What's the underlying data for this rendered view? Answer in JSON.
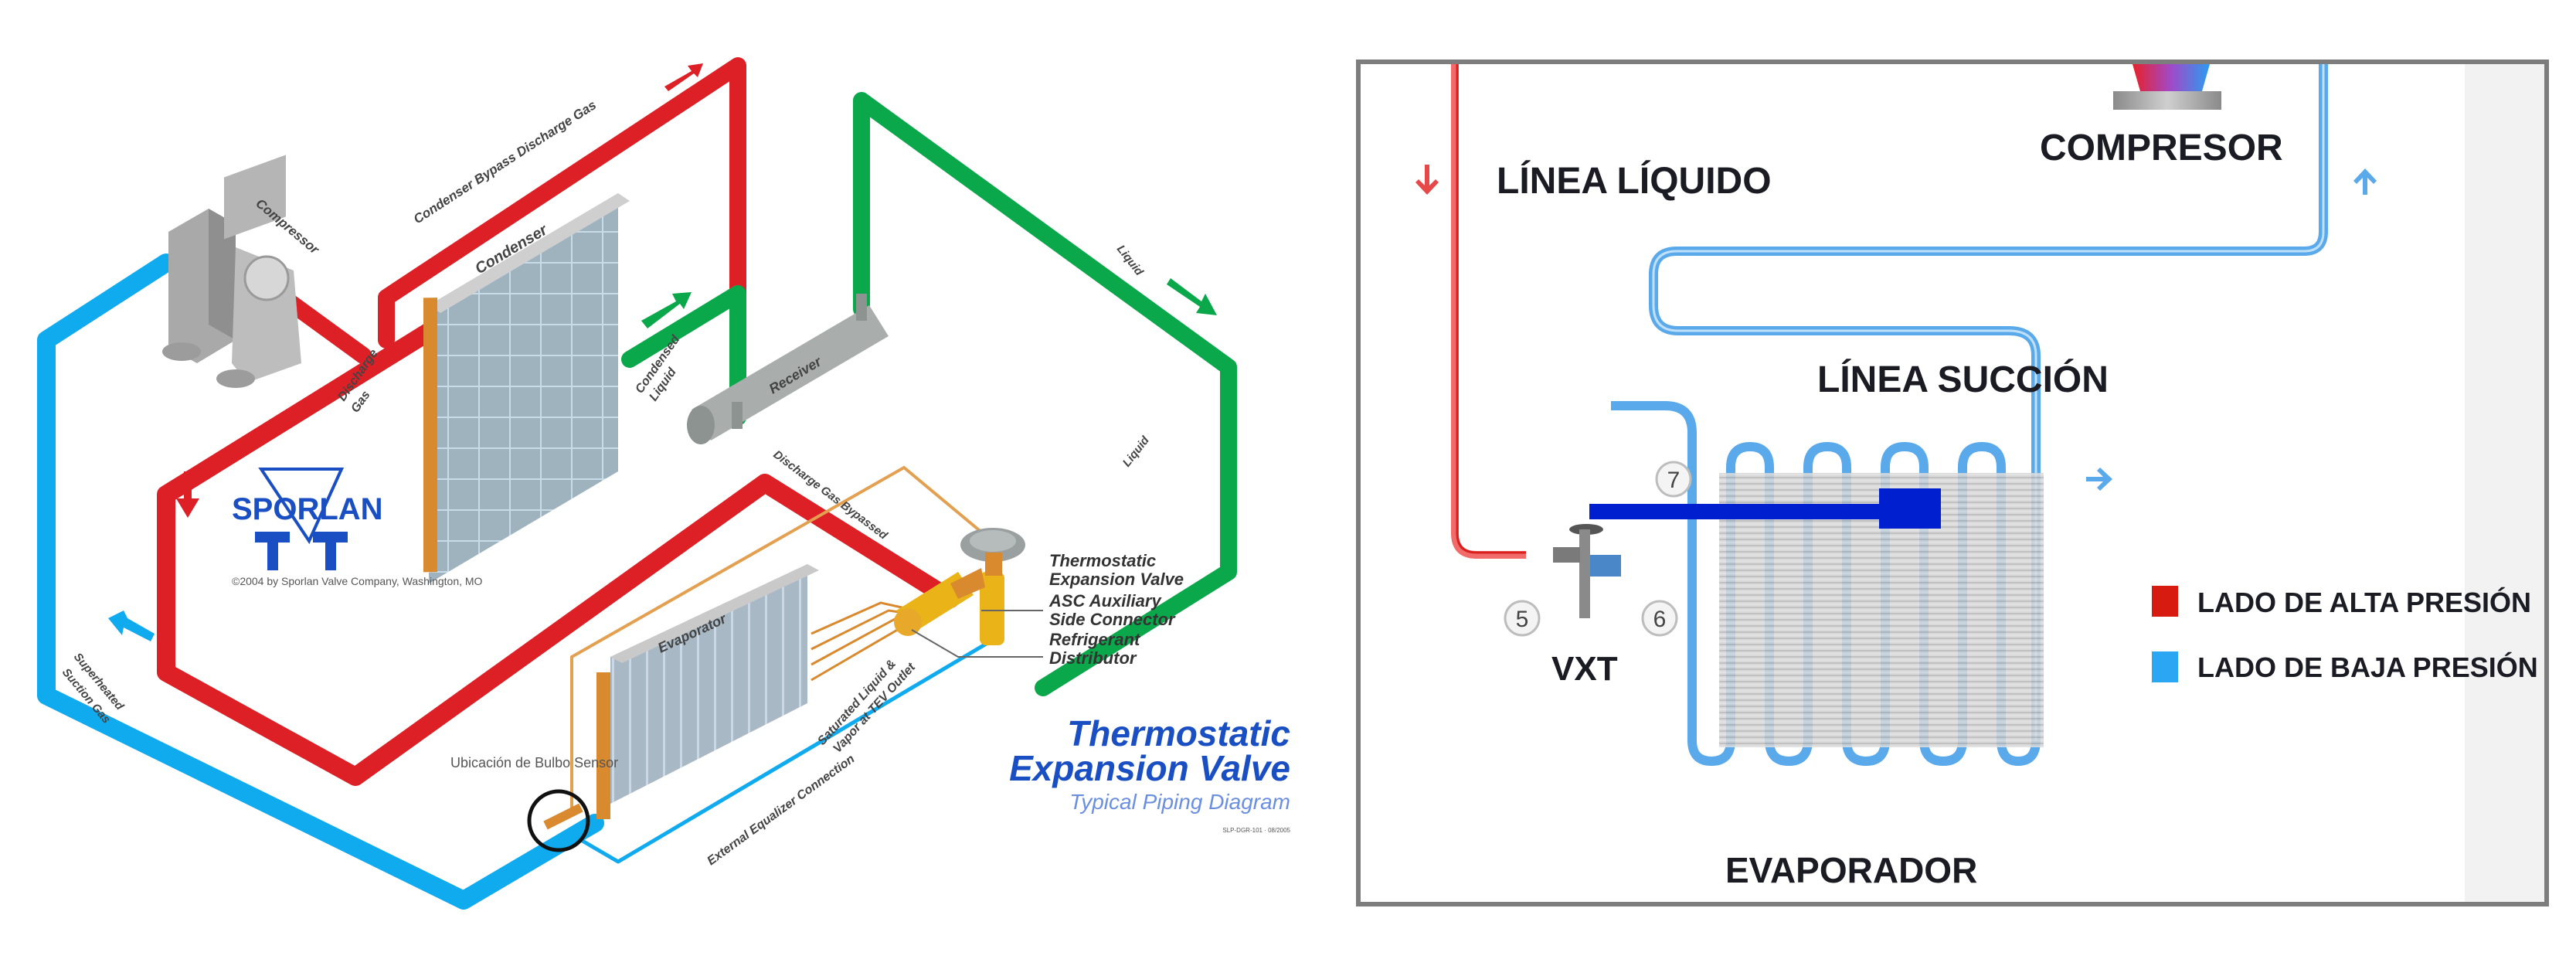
{
  "colors": {
    "high_pressure_red": "#dd1f26",
    "low_pressure_blue": "#10aaee",
    "liquid_green": "#0aa84a",
    "copper": "#d98a2e",
    "brass": "#eab419",
    "sporlan_blue": "#1a4fc4",
    "panel_red": "#e8312f",
    "panel_blue": "#5aa9ea",
    "bulb_blue": "#0020d0",
    "legend_red": "#d81b10",
    "legend_blue": "#2aa6f2"
  },
  "left_diagram": {
    "components": {
      "compressor": "Compressor",
      "condenser": "Condenser",
      "receiver": "Receiver",
      "evaporator": "Evaporator"
    },
    "pipe_labels": {
      "bypass": "Condenser Bypass Discharge Gas",
      "discharge_gas_line1": "Discharge",
      "discharge_gas_line2": "Gas",
      "condensed_liquid_line1": "Condensed",
      "condensed_liquid_line2": "Liquid",
      "liquid_upper": "Liquid",
      "liquid_lower": "Liquid",
      "discharge_bypassed": "Discharge Gas Bypassed",
      "saturated_line1": "Saturated Liquid &",
      "saturated_line2": "Vapor at TEV Outlet",
      "superheated_line1": "Superheated",
      "superheated_line2": "Suction Gas",
      "external_equalizer": "External Equalizer Connection"
    },
    "tev_callouts": [
      "Thermostatic",
      "Expansion Valve",
      "ASC Auxiliary",
      "Side Connector",
      "Refrigerant",
      "Distributor"
    ],
    "bulb_sensor_label": "Ubicación de Bulbo Sensor",
    "logo": {
      "brand": "SPORLAN",
      "mark": "TVT"
    },
    "copyright": "©2004 by Sporlan Valve Company, Washington, MO",
    "title": {
      "line1": "Thermostatic",
      "line2": "Expansion Valve",
      "subtitle": "Typical Piping Diagram",
      "code": "SLP-DGR-101 · 08/2005"
    }
  },
  "right_diagram": {
    "labels": {
      "liquid_line": "LÍNEA LÍQUIDO",
      "compressor": "COMPRESOR",
      "suction_line": "LÍNEA SUCCIÓN",
      "valve": "VXT",
      "evaporator": "EVAPORADOR"
    },
    "points": [
      "5",
      "6",
      "7"
    ],
    "legend": [
      {
        "label": "LADO DE ALTA PRESIÓN",
        "color": "#d81b10"
      },
      {
        "label": "LADO DE BAJA PRESIÓN",
        "color": "#2aa6f2"
      }
    ],
    "arrows": {
      "liquid": "down-arrow",
      "suction_up": "up-arrow",
      "suction_right": "right-arrow"
    }
  }
}
